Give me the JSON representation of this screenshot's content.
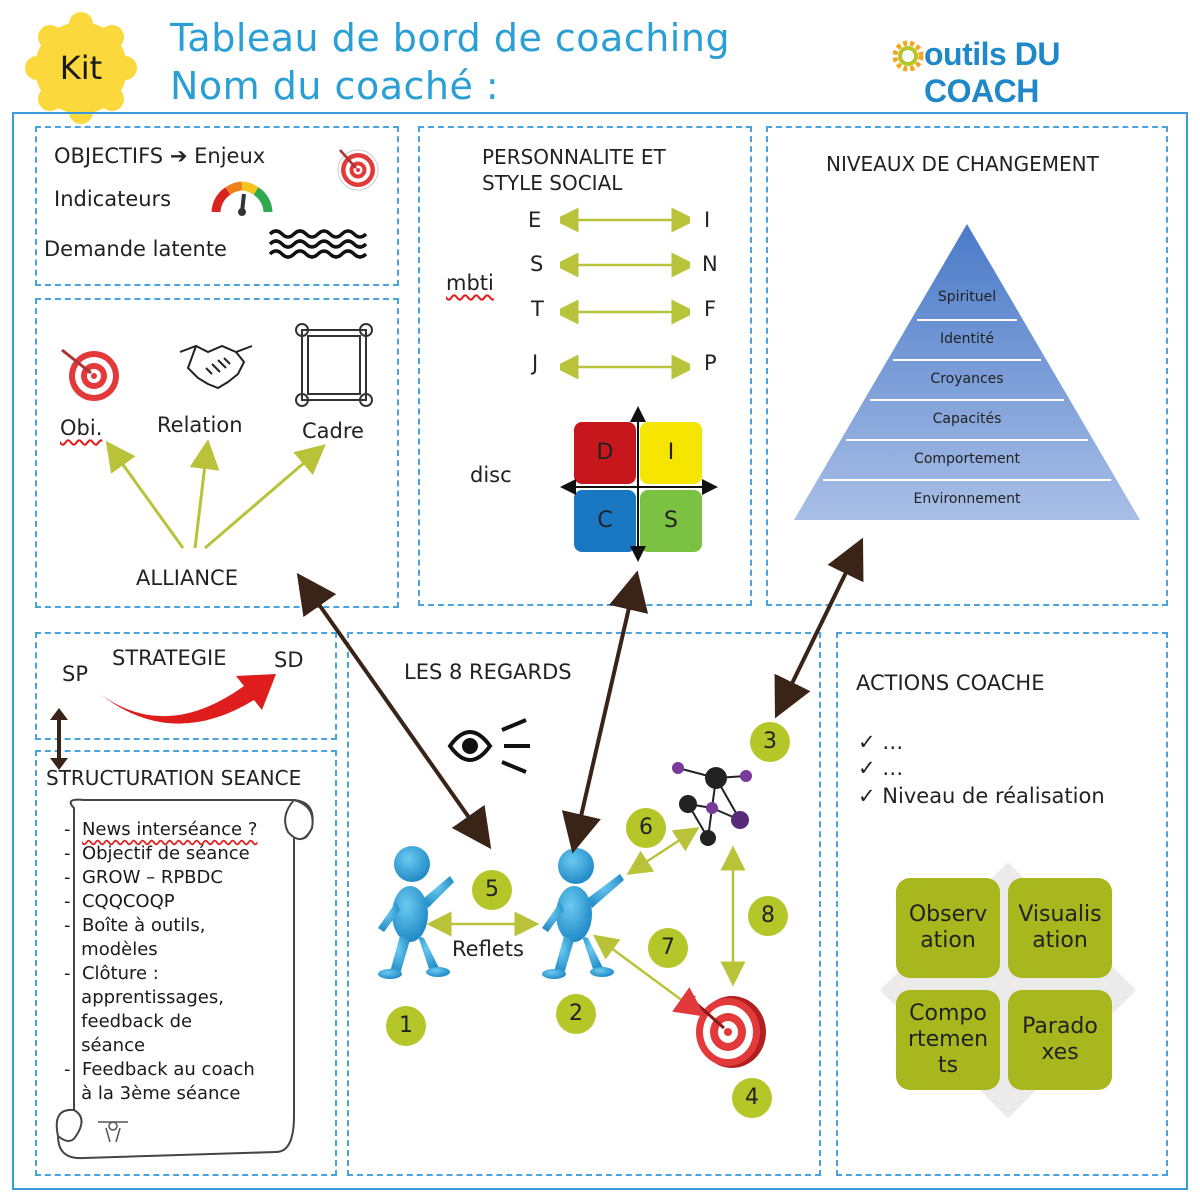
{
  "badge_kit": "Kit",
  "header": {
    "title_line1": "Tableau de bord de coaching",
    "title_line2": "Nom du coaché :"
  },
  "logo": {
    "text": "outils DU COACH"
  },
  "objectifs": {
    "line1": "OBJECTIFS",
    "line1_arrow": "➔",
    "line1_b": "Enjeux",
    "line2": "Indicateurs",
    "line3": "Demande latente"
  },
  "alliance": {
    "obj": "Obi.",
    "relation": "Relation",
    "cadre": "Cadre",
    "label": "ALLIANCE"
  },
  "personnalite": {
    "title1": "PERSONNALITE ET",
    "title2": "STYLE SOCIAL",
    "mbti_label": "mbti",
    "pairs": [
      {
        "left": "E",
        "right": "I"
      },
      {
        "left": "S",
        "right": "N"
      },
      {
        "left": "T",
        "right": "F"
      },
      {
        "left": "J",
        "right": "P"
      }
    ],
    "disc_label": "disc",
    "disc": [
      {
        "letter": "D",
        "color": "#c8161d"
      },
      {
        "letter": "I",
        "color": "#f5e500"
      },
      {
        "letter": "C",
        "color": "#1a78c2"
      },
      {
        "letter": "S",
        "color": "#7cc242"
      }
    ]
  },
  "niveaux": {
    "title": "NIVEAUX DE CHANGEMENT",
    "levels": [
      "Spirituel",
      "Identité",
      "Croyances",
      "Capacités",
      "Comportement",
      "Environnement"
    ]
  },
  "strategie": {
    "sp": "SP",
    "title": "STRATEGIE",
    "sd": "SD"
  },
  "structuration": {
    "title": "STRUCTURATION SEANCE",
    "items": [
      "News interséance ?",
      "Objectif de séance",
      "GROW – RPBDC",
      "CQQCOQP",
      "Boîte à outils,",
      "modèles",
      "Clôture :",
      "apprentissages,",
      "feedback de",
      "séance",
      "Feedback au coach",
      "à la 3ème séance"
    ]
  },
  "regards": {
    "title": "LES 8 REGARDS",
    "reflets": "Reflets",
    "numbers": [
      "1",
      "2",
      "3",
      "4",
      "5",
      "6",
      "7",
      "8"
    ]
  },
  "actions": {
    "title": "ACTIONS COACHE",
    "check": "✓",
    "items": [
      "…",
      "…",
      "Niveau de réalisation"
    ],
    "tiles": [
      "Observation",
      "Visualisation",
      "Comportements",
      "Paradoxes"
    ]
  },
  "colors": {
    "accent": "#2a9fd6",
    "badge": "#b5c628",
    "tile": "#a7b71d",
    "arrow": "#3a2418",
    "light_arrow": "#b8c33a"
  }
}
